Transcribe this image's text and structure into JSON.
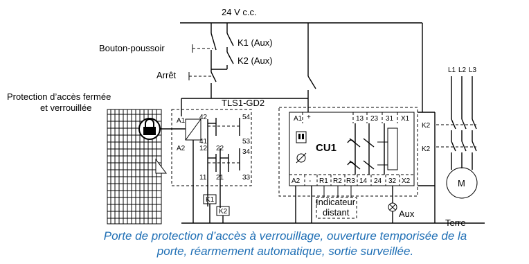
{
  "supply_label": "24 V c.c.",
  "push_button_label": "Bouton-poussoir",
  "k1_aux_label": "K1 (Aux)",
  "k2_aux_label": "K2 (Aux)",
  "stop_label": "Arrêt",
  "guard_label_line1": "Protection d’accès fermée",
  "guard_label_line2": "et verrouillée",
  "switch_name": "TLS1-GD2",
  "switch_terminals": {
    "a1": "A1",
    "a2": "A2",
    "t42": "42",
    "t41": "41",
    "t12": "12",
    "t22": "22",
    "t11": "11",
    "t21": "21",
    "t54": "54",
    "t53": "53",
    "t34": "34",
    "t33": "33"
  },
  "k1_coil": "K1",
  "k2_coil": "K2",
  "relay_name": "CU1",
  "relay_top_terminals": [
    "A1",
    "+",
    "13",
    "23",
    "31",
    "X1"
  ],
  "relay_bottom_terminals": [
    "A2",
    "-",
    "R1",
    "R2",
    "R3",
    "14",
    "24",
    "32",
    "X2"
  ],
  "contactor_labels": [
    "K2",
    "K2"
  ],
  "phase_labels": [
    "L1",
    "L2",
    "L3"
  ],
  "motor_label": "M",
  "remote_indicator_line1": "Indicateur",
  "remote_indicator_line2": "distant",
  "aux_label": "Aux",
  "ground_label": "Terre",
  "caption_line1": "Porte de protection d’accès à verrouillage, ouverture temporisée de la",
  "caption_line2": "porte, réarmement automatique, sortie surveillée.",
  "colors": {
    "caption": "#1f6fb5",
    "line": "#000000"
  }
}
